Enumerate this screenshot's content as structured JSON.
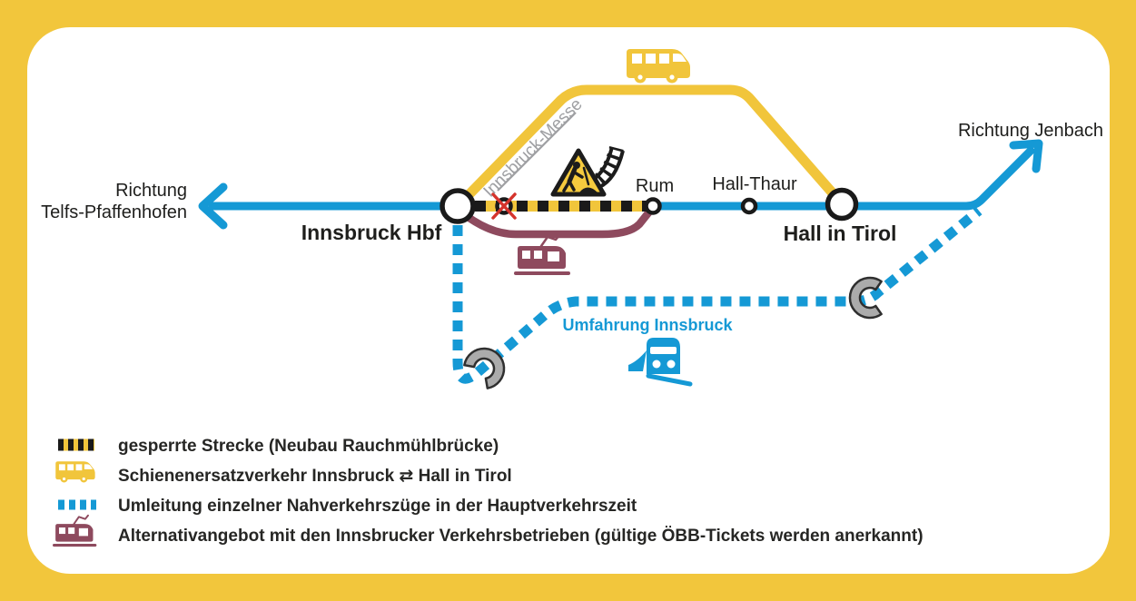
{
  "colors": {
    "frame_yellow": "#f2c63c",
    "line_blue": "#1599d5",
    "line_yellow": "#f1c53b",
    "line_maroon": "#8e4a5e",
    "closed_black": "#1a1a1a",
    "tunnel_gray": "#ababab",
    "label_gray": "#9fa0a3",
    "red_x": "#d5342c"
  },
  "map": {
    "direction_left_line1": "Richtung",
    "direction_left_line2": "Telfs-Pfaffenhofen",
    "direction_right": "Richtung Jenbach",
    "station_innsbruck_hbf": "Innsbruck Hbf",
    "station_innsbruck_messe": "Innsbruck-Messe",
    "station_rum": "Rum",
    "station_hall_thaur": "Hall-Thaur",
    "station_hall_in_tirol": "Hall in Tirol",
    "detour_label": "Umfahrung Innsbruck"
  },
  "legend": {
    "rows": [
      {
        "icon": "closed-track-swatch",
        "label": "gesperrte Strecke (Neubau Rauchmühlbrücke)"
      },
      {
        "icon": "bus-icon",
        "label": "Schienenersatzverkehr Innsbruck ⇄ Hall in Tirol"
      },
      {
        "icon": "detour-dash-swatch",
        "label": "Umleitung einzelner Nahverkehrszüge in der Hauptverkehrszeit"
      },
      {
        "icon": "tram-icon",
        "label": "Alternativangebot mit den Innsbrucker Verkehrsbetrieben (gültige ÖBB-Tickets werden anerkannt)"
      }
    ]
  }
}
